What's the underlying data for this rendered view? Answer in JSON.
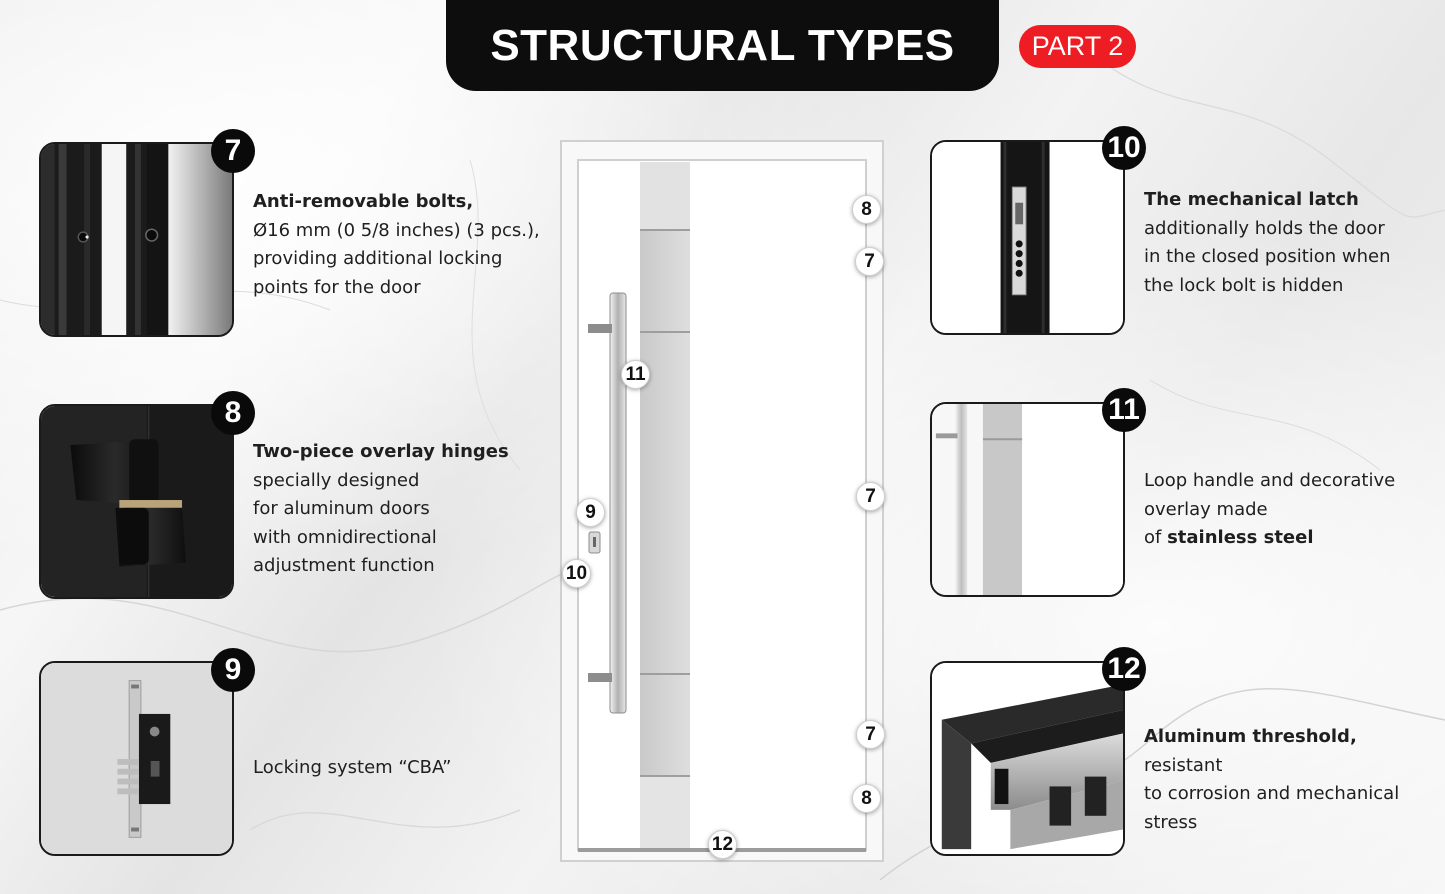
{
  "header": {
    "title": "STRUCTURAL TYPES",
    "part_badge": "PART 2"
  },
  "colors": {
    "title_bg": "#0d0d0d",
    "part_badge_bg": "#ee1d23",
    "badge_bg": "#0a0a0a",
    "text": "#1f1f1f"
  },
  "features": [
    {
      "number": "7",
      "lead": "Anti-removable bolts,",
      "lines": [
        "Ø16 mm (0 5/8 inches) (3 pcs.),",
        "providing additional locking",
        "points for the door"
      ]
    },
    {
      "number": "8",
      "lead": "Two-piece overlay hinges",
      "lines": [
        "specially designed",
        "for aluminum doors",
        "with omnidirectional",
        "adjustment function"
      ]
    },
    {
      "number": "9",
      "lead": "",
      "lines": [
        "Locking system “CBA”"
      ]
    },
    {
      "number": "10",
      "lead": "The mechanical latch",
      "lines": [
        "additionally holds the door",
        "in the closed position when",
        "the lock bolt is hidden"
      ]
    },
    {
      "number": "11",
      "lead": "",
      "lines": [
        "Loop handle and decorative",
        "overlay made"
      ],
      "last_prefix": "of ",
      "last_bold": "stainless steel"
    },
    {
      "number": "12",
      "lead_inline": "Aluminum threshold,",
      "lead_rest": " resistant",
      "lines": [
        "to corrosion and mechanical",
        "stress"
      ]
    }
  ],
  "door_markers": [
    "8",
    "7",
    "11",
    "7",
    "9",
    "10",
    "7",
    "8",
    "12"
  ]
}
